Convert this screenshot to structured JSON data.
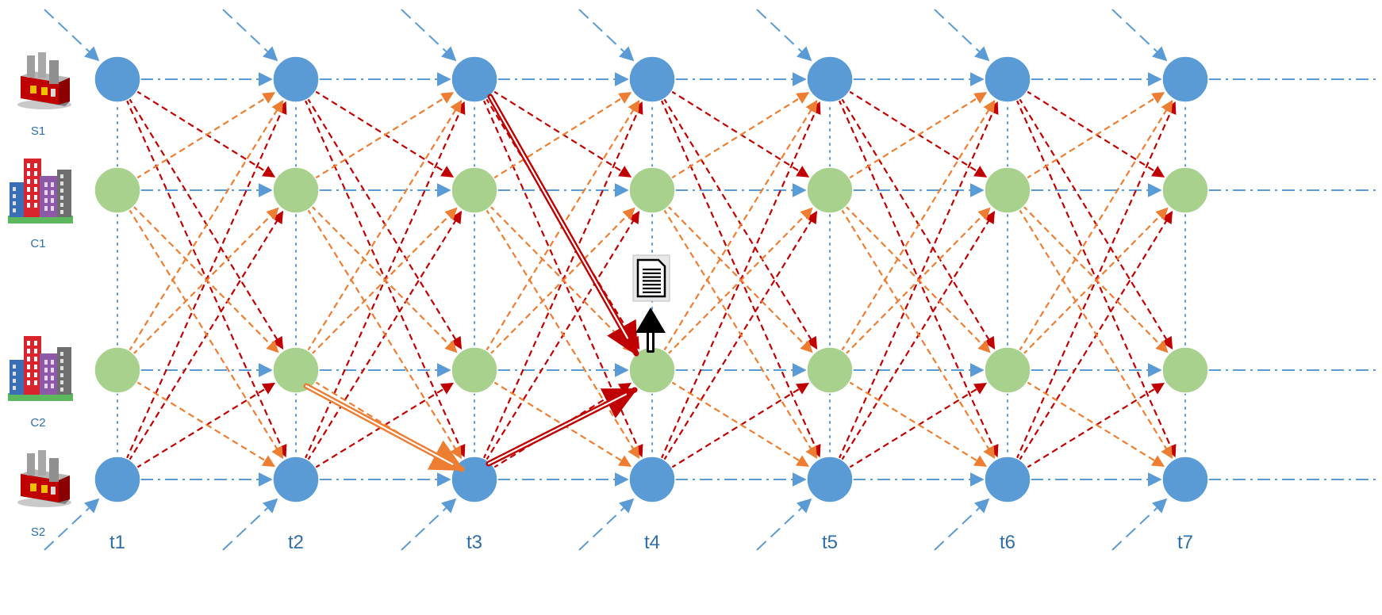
{
  "rows": [
    {
      "id": "S1",
      "label": "S1",
      "kind": "supplier",
      "icon": "factory-icon",
      "color": "#5b9bd5"
    },
    {
      "id": "C1",
      "label": "C1",
      "kind": "customer",
      "icon": "city-buildings-icon",
      "color": "#a9d18e"
    },
    {
      "id": "C2",
      "label": "C2",
      "kind": "customer",
      "icon": "city-buildings-icon",
      "color": "#a9d18e"
    },
    {
      "id": "S2",
      "label": "S2",
      "kind": "supplier",
      "icon": "factory-icon",
      "color": "#5b9bd5"
    }
  ],
  "time_steps": [
    "t1",
    "t2",
    "t3",
    "t4",
    "t5",
    "t6",
    "t7"
  ],
  "colors": {
    "supplier_node": "#5b9bd5",
    "customer_node": "#a9d18e",
    "wait_arc": "#5b9bd5",
    "time_grid": "#5b9bd5",
    "red_arc": "#c00000",
    "orange_arc": "#ed7d31",
    "highlight_red": "#c00000",
    "highlight_orange": "#ed7d31",
    "decision_arrow": "#000000"
  },
  "highlighted_path": [
    {
      "from": "C2",
      "from_time": "t2",
      "to": "S2",
      "to_time": "t3",
      "color": "orange"
    },
    {
      "from": "S2",
      "from_time": "t3",
      "to": "C2",
      "to_time": "t4",
      "color": "red"
    },
    {
      "from": "S1",
      "from_time": "t3",
      "to": "C2",
      "to_time": "t4",
      "color": "red"
    }
  ],
  "annotation": {
    "icon": "document-icon",
    "attached_to": "C2",
    "at_time": "t4"
  }
}
